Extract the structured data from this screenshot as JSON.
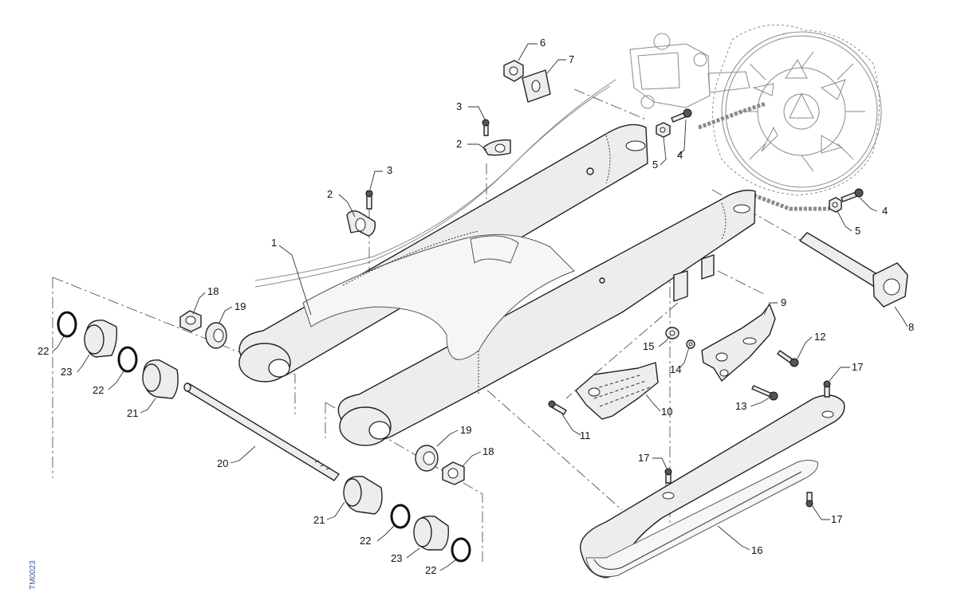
{
  "figure_ref": "TM0023",
  "parts": [
    {
      "key": "p1",
      "number": "1",
      "name": "swingarm"
    },
    {
      "key": "p2a",
      "number": "2",
      "name": "hose-clip"
    },
    {
      "key": "p2b",
      "number": "2",
      "name": "hose-clip"
    },
    {
      "key": "p3a",
      "number": "3",
      "name": "clip-screw"
    },
    {
      "key": "p3b",
      "number": "3",
      "name": "clip-screw"
    },
    {
      "key": "p4a",
      "number": "4",
      "name": "adjuster-bolt"
    },
    {
      "key": "p4b",
      "number": "4",
      "name": "adjuster-bolt"
    },
    {
      "key": "p5a",
      "number": "5",
      "name": "nut"
    },
    {
      "key": "p5b",
      "number": "5",
      "name": "nut"
    },
    {
      "key": "p6",
      "number": "6",
      "name": "nut"
    },
    {
      "key": "p7",
      "number": "7",
      "name": "plate"
    },
    {
      "key": "p8",
      "number": "8",
      "name": "wheel-spindle"
    },
    {
      "key": "p9",
      "number": "9",
      "name": "chain-guide-bracket"
    },
    {
      "key": "p10",
      "number": "10",
      "name": "chain-guide"
    },
    {
      "key": "p11",
      "number": "11",
      "name": "screw"
    },
    {
      "key": "p12",
      "number": "12",
      "name": "bolt"
    },
    {
      "key": "p13",
      "number": "13",
      "name": "bolt"
    },
    {
      "key": "p14",
      "number": "14",
      "name": "washer"
    },
    {
      "key": "p15",
      "number": "15",
      "name": "spacer"
    },
    {
      "key": "p16",
      "number": "16",
      "name": "chain-slider"
    },
    {
      "key": "p17a",
      "number": "17",
      "name": "screw"
    },
    {
      "key": "p17b",
      "number": "17",
      "name": "screw"
    },
    {
      "key": "p17c",
      "number": "17",
      "name": "screw"
    },
    {
      "key": "p18a",
      "number": "18",
      "name": "pivot-nut"
    },
    {
      "key": "p18b",
      "number": "18",
      "name": "pivot-nut"
    },
    {
      "key": "p19a",
      "number": "19",
      "name": "washer"
    },
    {
      "key": "p19b",
      "number": "19",
      "name": "washer"
    },
    {
      "key": "p20",
      "number": "20",
      "name": "pivot-shaft"
    },
    {
      "key": "p21a",
      "number": "21",
      "name": "bush"
    },
    {
      "key": "p21b",
      "number": "21",
      "name": "bush"
    },
    {
      "key": "p22a",
      "number": "22",
      "name": "circlip"
    },
    {
      "key": "p22b",
      "number": "22",
      "name": "circlip"
    },
    {
      "key": "p22c",
      "number": "22",
      "name": "circlip"
    },
    {
      "key": "p22d",
      "number": "22",
      "name": "circlip"
    },
    {
      "key": "p23a",
      "number": "23",
      "name": "bearing"
    },
    {
      "key": "p23b",
      "number": "23",
      "name": "bearing"
    }
  ],
  "colors": {
    "line": "#222222",
    "fill": "#ededed",
    "ref": "#3a5a9a"
  }
}
